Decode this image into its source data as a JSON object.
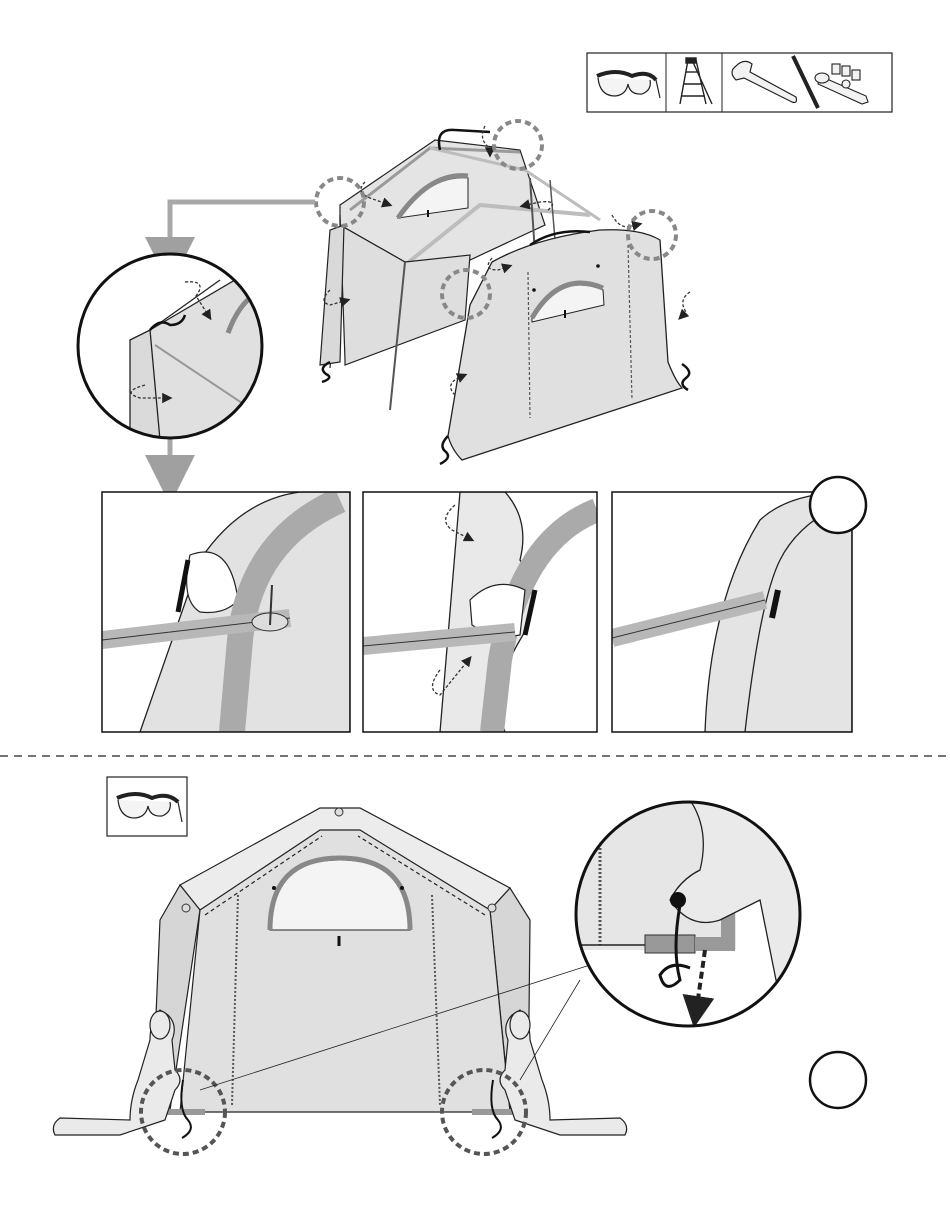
{
  "page": {
    "style": "monochrome assembly instruction sheet",
    "colors": {
      "ink": "#1a1a1a",
      "fabric": "#e2e2e2",
      "frame": "#c7c7c7",
      "callout": "#8a8a8a",
      "background": "#ffffff"
    }
  },
  "tools": {
    "upper": [
      "safety-glasses-icon",
      "step-ladder-icon",
      "adjustable-wrench-icon",
      "socket-wrench-icon"
    ],
    "lower": [
      "safety-glasses-icon"
    ]
  },
  "steps": {
    "upper": {
      "step_number": "",
      "detail_panels": [
        "cover-sleeve-opening",
        "cover-wrapped-around-leg",
        "cover-seated-on-leg"
      ]
    },
    "lower": {
      "step_number": "",
      "callouts": [
        "left-corner-tie-down",
        "right-corner-tie-down"
      ]
    }
  },
  "separator": {
    "style": "dashed"
  }
}
